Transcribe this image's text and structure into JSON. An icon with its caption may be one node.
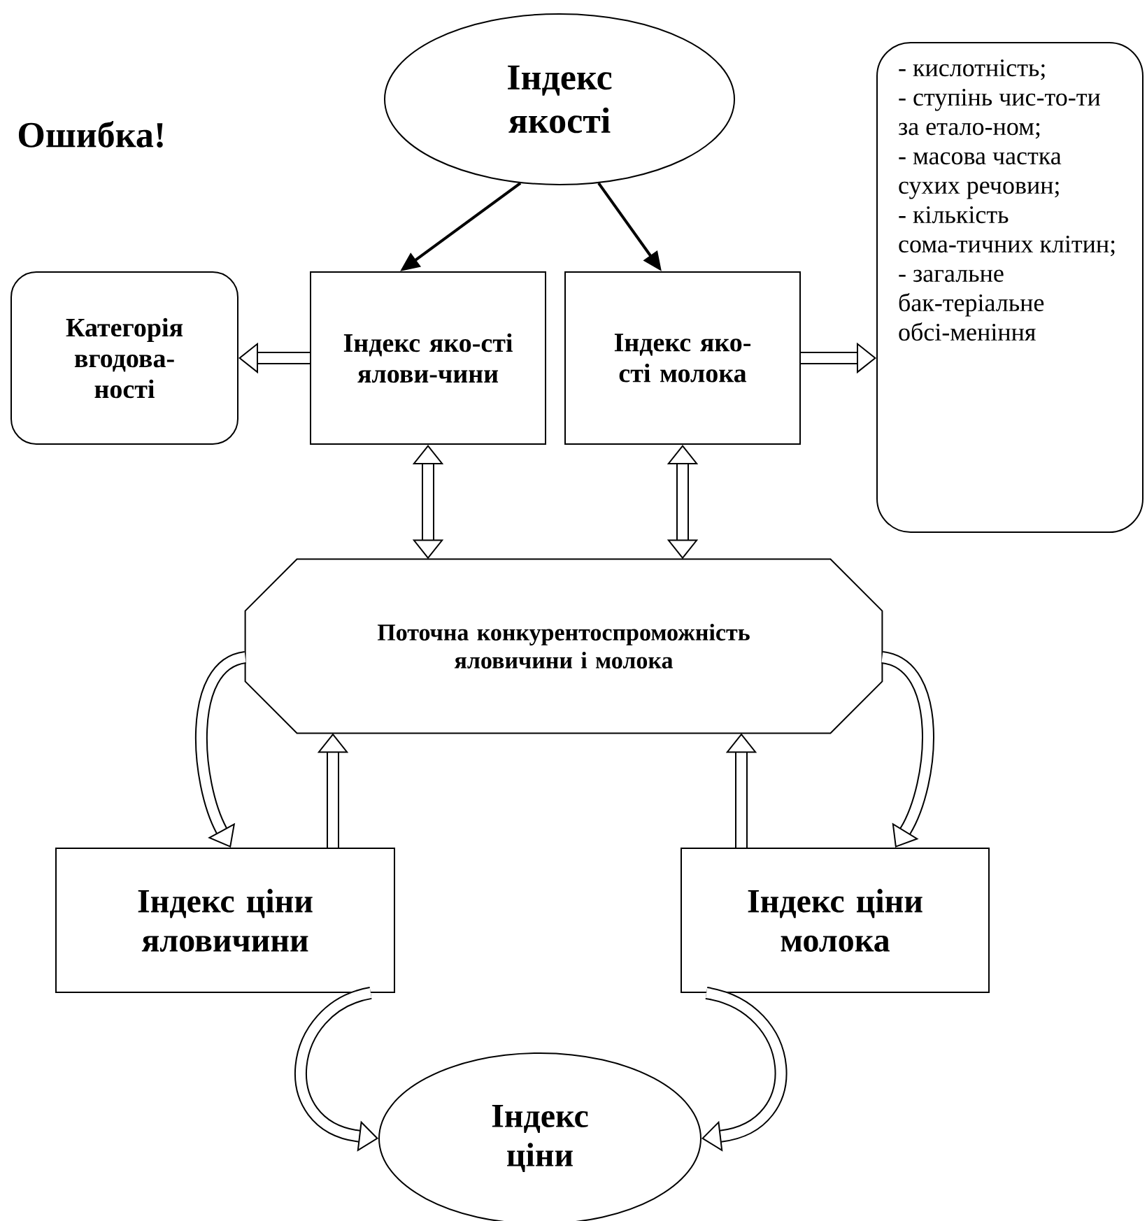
{
  "diagram": {
    "nodes": [
      {
        "text": [
          "Індекс якості"
        ]
      },
      {
        "text": [
          "Категорія вгодова-ності"
        ]
      },
      {
        "text": [
          "Індекс яко-сті ялови-чини"
        ]
      },
      {
        "text": [
          "Індекс яко-сті молока"
        ]
      },
      {
        "text": [
          "- кислотність;",
          "- ступінь чис-то-ти за етало-ном;",
          "- масова частка сухих речовин;",
          "- кількість сома-тичних клітин;",
          "- загальне бак-теріальне обсі-меніння"
        ]
      },
      {
        "text": [
          "Поточна конкурентоспроможність яловичини і молока"
        ]
      },
      {
        "text": [
          "Індекс ціни яловичини"
        ]
      },
      {
        "text": [
          "Індекс ціни молока"
        ]
      },
      {
        "text": [
          "Індекс ціни"
        ]
      }
    ],
    "edges": [
      {
        "from": 0,
        "to": 2,
        "arrow": "to"
      },
      {
        "from": 0,
        "to": 3,
        "arrow": "to"
      },
      {
        "from": 2,
        "to": 1,
        "arrow": "to"
      },
      {
        "from": 3,
        "to": 4,
        "arrow": "to"
      },
      {
        "from": 2,
        "to": 5,
        "arrow": "both"
      },
      {
        "from": 3,
        "to": 5,
        "arrow": "both"
      },
      {
        "from": 6,
        "to": 5,
        "arrow": "to"
      },
      {
        "from": 7,
        "to": 5,
        "arrow": "to"
      },
      {
        "from": 5,
        "to": 6,
        "arrow": "to"
      },
      {
        "from": 5,
        "to": 7,
        "arrow": "to"
      },
      {
        "from": 6,
        "to": 8,
        "arrow": "to"
      },
      {
        "from": 7,
        "to": 8,
        "arrow": "to"
      }
    ],
    "labels": [
      "Ошибка!"
    ]
  }
}
